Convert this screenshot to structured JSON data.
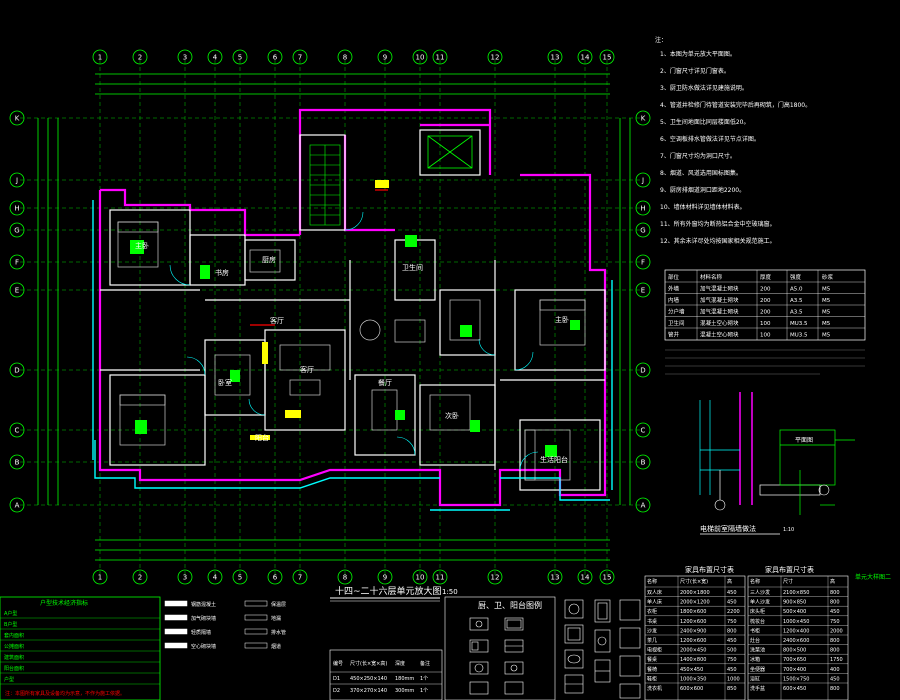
{
  "plan": {
    "title": "十四~二十六层单元放大图",
    "scale": "1:50",
    "grid_top": [
      "1",
      "2",
      "3",
      "4",
      "5",
      "6",
      "7",
      "8",
      "9",
      "10",
      "11",
      "12",
      "13",
      "14",
      "15"
    ],
    "grid_bottom": [
      "1",
      "2",
      "3",
      "4",
      "5",
      "6",
      "7",
      "8",
      "9",
      "10",
      "11",
      "12",
      "13",
      "14",
      "15"
    ],
    "grid_left": [
      "K",
      "J",
      "H",
      "G",
      "F",
      "E",
      "D",
      "C",
      "B",
      "A"
    ],
    "grid_right": [
      "K",
      "J",
      "H",
      "G",
      "F",
      "E",
      "D",
      "C",
      "B",
      "A"
    ],
    "rooms": [
      {
        "label": "主卧",
        "name": "master-bedroom-label"
      },
      {
        "label": "书房",
        "name": "study-label"
      },
      {
        "label": "卧室",
        "name": "bedroom-label"
      },
      {
        "label": "客厅",
        "name": "living-room-label"
      },
      {
        "label": "餐厅",
        "name": "dining-room-label"
      },
      {
        "label": "厨房",
        "name": "kitchen-label"
      },
      {
        "label": "卫生间",
        "name": "bathroom-label"
      },
      {
        "label": "阳台",
        "name": "balcony-label"
      },
      {
        "label": "客厅",
        "name": "living-room-2-label"
      },
      {
        "label": "主卧",
        "name": "master-bedroom-2-label"
      },
      {
        "label": "次卧",
        "name": "second-bedroom-label"
      },
      {
        "label": "生活阳台",
        "name": "service-balcony-label"
      }
    ]
  },
  "notes": {
    "heading": "注：",
    "lines": [
      "1、本图为单元放大平面图。",
      "2、门窗尺寸详见门窗表。",
      "3、厨卫防水做法详见建施说明。",
      "4、管道井检修门待管道安装完毕后再砌筑，门高1800。",
      "5、卫生间地面比同层楼面低20。",
      "6、空调板排水管做法详见节点详图。",
      "7、门窗尺寸均为洞口尺寸。",
      "8、烟道、风道选用国标图集。",
      "9、厨房排烟道洞口距地2200。",
      "10、墙体材料详见墙体材料表。",
      "11、所有外窗均为断热铝合金中空玻璃窗。",
      "12、其余未详尽处均按国家相关规范施工。"
    ]
  },
  "wall_table": {
    "headers": [
      "部位",
      "材料名称",
      "厚度",
      "强度",
      "砂浆"
    ],
    "rows": [
      [
        "外墙",
        "加气混凝土砌块",
        "200",
        "A5.0",
        "M5"
      ],
      [
        "内墙",
        "加气混凝土砌块",
        "200",
        "A3.5",
        "M5"
      ],
      [
        "分户墙",
        "加气混凝土砌块",
        "200",
        "A3.5",
        "M5"
      ],
      [
        "卫生间",
        "混凝土空心砌块",
        "100",
        "MU3.5",
        "M5"
      ],
      [
        "管井",
        "混凝土空心砌块",
        "100",
        "MU3.5",
        "M5"
      ]
    ]
  },
  "section": {
    "title": "电梯前室隔墙做法",
    "scale": "1:10",
    "detail_label": "平面图"
  },
  "legend": {
    "title": "户型技术经济指标",
    "rows": [
      "A户型",
      "B户型",
      "套内面积",
      "公摊面积",
      "建筑面积",
      "阳台面积",
      "户型"
    ],
    "symbols": [
      "钢筋混凝土",
      "加气砌块墙",
      "轻质隔墙",
      "空心砌块墙",
      "保温层",
      "地漏",
      "排水管",
      "烟道"
    ]
  },
  "furniture_table_1": {
    "title": "家具布置尺寸表",
    "headers": [
      "名称",
      "尺寸(长×宽)",
      "高"
    ],
    "rows": [
      [
        "双人床",
        "2000×1800",
        "450"
      ],
      [
        "单人床",
        "2000×1200",
        "450"
      ],
      [
        "衣柜",
        "1800×600",
        "2200"
      ],
      [
        "书桌",
        "1200×600",
        "750"
      ],
      [
        "沙发",
        "2400×900",
        "800"
      ],
      [
        "茶几",
        "1200×600",
        "450"
      ],
      [
        "电视柜",
        "2000×450",
        "500"
      ],
      [
        "餐桌",
        "1400×800",
        "750"
      ],
      [
        "餐椅",
        "450×450",
        "450"
      ],
      [
        "鞋柜",
        "1000×350",
        "1000"
      ],
      [
        "洗衣机",
        "600×600",
        "850"
      ]
    ]
  },
  "furniture_table_2": {
    "title": "家具布置尺寸表",
    "headers": [
      "名称",
      "尺寸",
      "高"
    ],
    "rows": [
      [
        "三人沙发",
        "2100×850",
        "800"
      ],
      [
        "单人沙发",
        "900×850",
        "800"
      ],
      [
        "床头柜",
        "500×400",
        "450"
      ],
      [
        "梳妆台",
        "1000×450",
        "750"
      ],
      [
        "书柜",
        "1200×400",
        "2000"
      ],
      [
        "灶台",
        "2400×600",
        "800"
      ],
      [
        "洗菜池",
        "800×500",
        "800"
      ],
      [
        "冰箱",
        "700×650",
        "1750"
      ],
      [
        "坐便器",
        "700×400",
        "400"
      ],
      [
        "浴缸",
        "1500×750",
        "450"
      ],
      [
        "洗手盆",
        "600×450",
        "800"
      ]
    ]
  },
  "fixture_table": {
    "title": "厨、卫、阳台图例",
    "headers": [
      "编号",
      "尺寸(长×宽×高)",
      "深度",
      "备注"
    ],
    "rows": [
      [
        "D1",
        "450×250×140",
        "180mm",
        "1个"
      ],
      [
        "D2",
        "370×270×140",
        "300mm",
        "1个"
      ]
    ]
  },
  "unit_label": "单元大样图二",
  "footnote": "注：本图所有家具及设备均为示意，不作为施工依据。"
}
